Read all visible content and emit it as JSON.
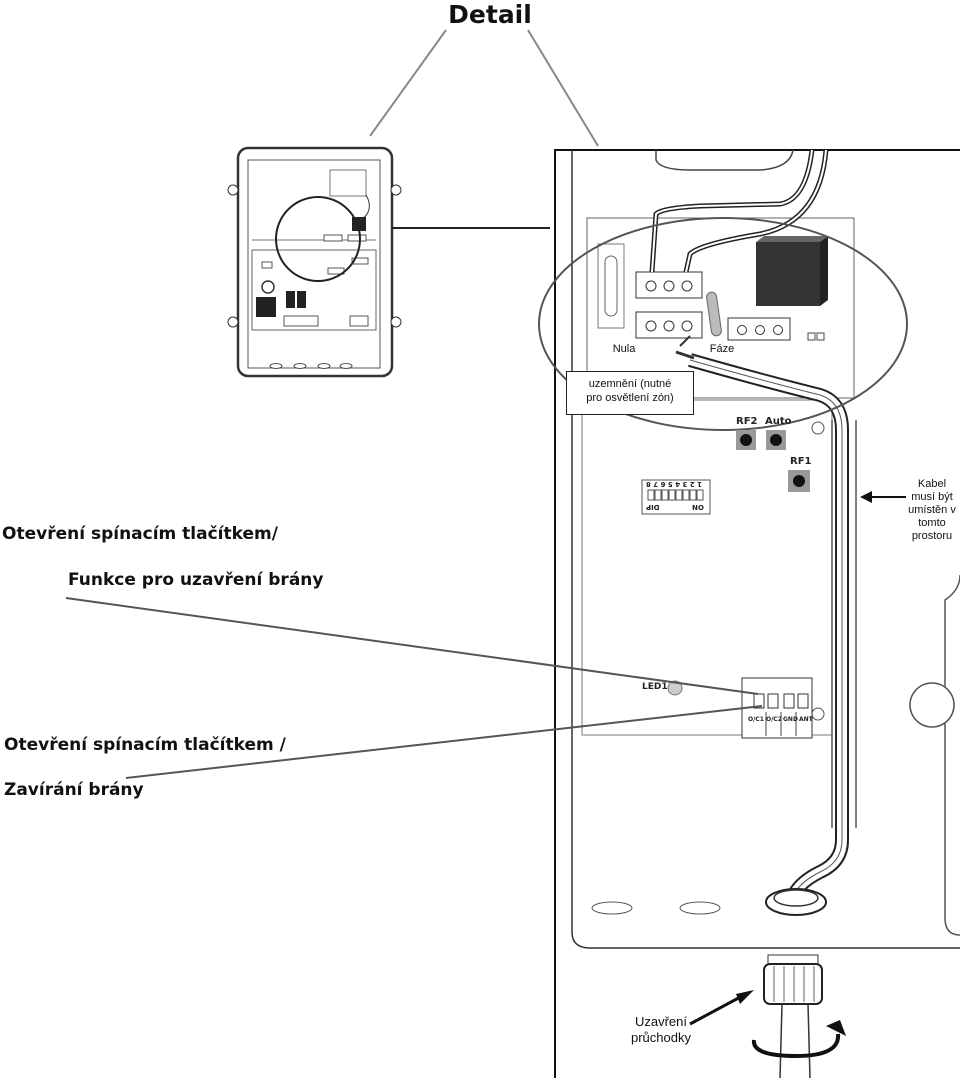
{
  "title": "Detail",
  "labels": {
    "nula": "Nula",
    "faze": "Fáze",
    "uzemneni_line1": "uzemnění (nutné",
    "uzemneni_line2": "pro osvětlení zón)",
    "kabel_line1": "Kabel",
    "kabel_line2": "musí být",
    "kabel_line3": "umístěn v",
    "kabel_line4": "tomto",
    "kabel_line5": "prostoru",
    "otevreni1": "Otevření spínacím tlačítkem/",
    "funkce": "Funkce pro uzavření brány",
    "otevreni2": "Otevření spínacím tlačítkem /",
    "zavirani": "Zavírání brány",
    "uzavreni_line1": "Uzavření",
    "uzavreni_line2": "průchodky"
  },
  "board": {
    "rf2": "RF2",
    "auto": "Auto",
    "rf1": "RF1",
    "led1": "LED1",
    "dip_numbers": "1 2 3 4 5 6 7 8",
    "dip": "DIP",
    "on": "ON",
    "term1": "O/C1",
    "term2": "O/C2",
    "term3": "GND",
    "term4": "ANT"
  }
}
